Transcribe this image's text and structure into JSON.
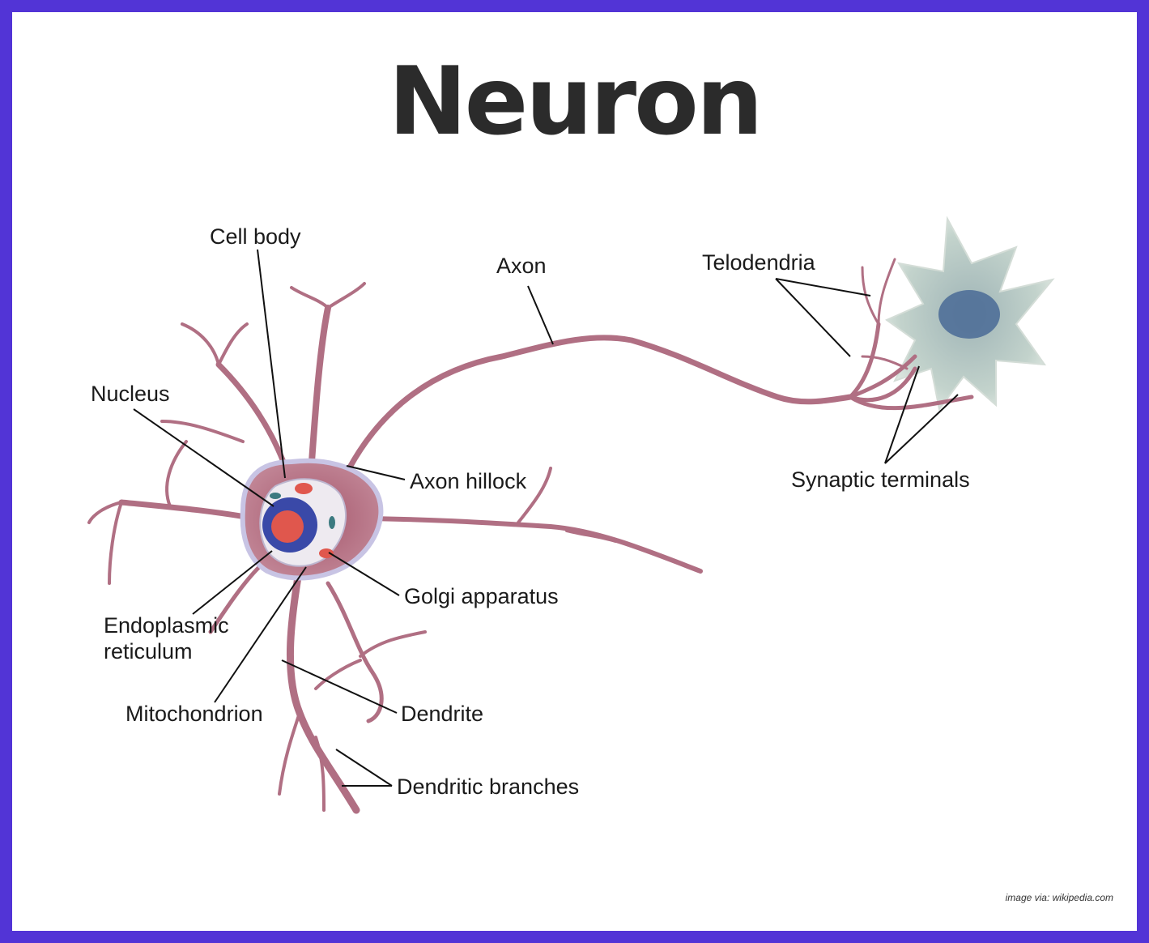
{
  "title": "Neuron",
  "labels": {
    "cell_body": "Cell body",
    "axon": "Axon",
    "telodendria": "Telodendria",
    "nucleus": "Nucleus",
    "axon_hillock": "Axon hillock",
    "synaptic_terminals": "Synaptic terminals",
    "golgi_apparatus": "Golgi apparatus",
    "endoplasmic_reticulum_line1": "Endoplasmic",
    "endoplasmic_reticulum_line2": "reticulum",
    "mitochondrion": "Mitochondrion",
    "dendrite": "Dendrite",
    "dendritic_branches": "Dendritic branches"
  },
  "credit": "image via:  wikipedia.com",
  "colors": {
    "frame": "#5234d6",
    "neuron": "#b06f83",
    "neuron_highlight": "#c8c4e4",
    "target_cell": "#b7cac6",
    "target_nucleus": "#4f6f98",
    "nucleus_core": "#e0574d",
    "nucleus_envelope": "#3a49a8",
    "leader": "#111111"
  }
}
